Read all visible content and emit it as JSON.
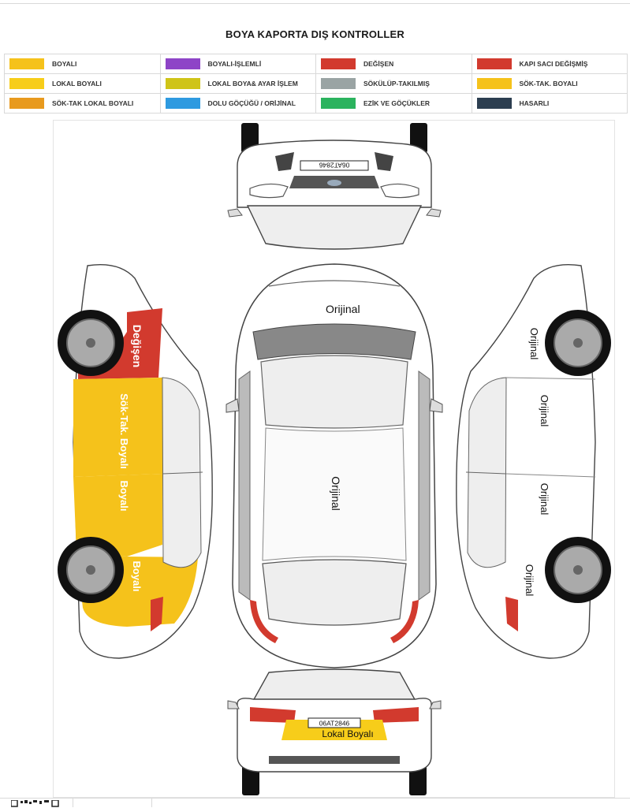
{
  "title": "BOYA KAPORTA DIŞ KONTROLLER",
  "legend": [
    {
      "label": "BOYALI",
      "color": "#f5c21b"
    },
    {
      "label": "BOYALI-İŞLEMLİ",
      "color": "#8e44c7"
    },
    {
      "label": "DEĞİŞEN",
      "color": "#d23a2e"
    },
    {
      "label": "KAPI SACI DEĞİŞMİŞ",
      "color": "#d23a2e"
    },
    {
      "label": "LOKAL BOYALI",
      "color": "#f7cd1a"
    },
    {
      "label": "LOKAL BOYA& AYAR İŞLEM",
      "color": "#cfc418"
    },
    {
      "label": "SÖKÜLÜP-TAKILMIŞ",
      "color": "#9aa4a4"
    },
    {
      "label": "SÖK-TAK. BOYALI",
      "color": "#f5c21b"
    },
    {
      "label": "SÖK-TAK LOKAL BOYALI",
      "color": "#e89a1e"
    },
    {
      "label": "DOLU GÖÇÜĞÜ / ORİJİNAL",
      "color": "#2e9ae0"
    },
    {
      "label": "EZİK VE GÖÇÜKLER",
      "color": "#2bb35e"
    },
    {
      "label": "HASARLI",
      "color": "#2c3e50"
    }
  ],
  "plates": {
    "front": "06AT2846",
    "rear": "06AT2846"
  },
  "annotations": {
    "hood": "Orijinal",
    "roof": "Orijinal",
    "rear_bumper": "Lokal Boyalı",
    "left_front_fender": "Değişen",
    "left_front_door": "Sök-Tak. Boyalı",
    "left_rear_door": "Boyalı",
    "left_rear_fender": "Boyalı",
    "right_front_fender": "Orijinal",
    "right_front_door": "Orijinal",
    "right_rear_door": "Orijinal",
    "right_rear_fender": "Orijinal"
  }
}
